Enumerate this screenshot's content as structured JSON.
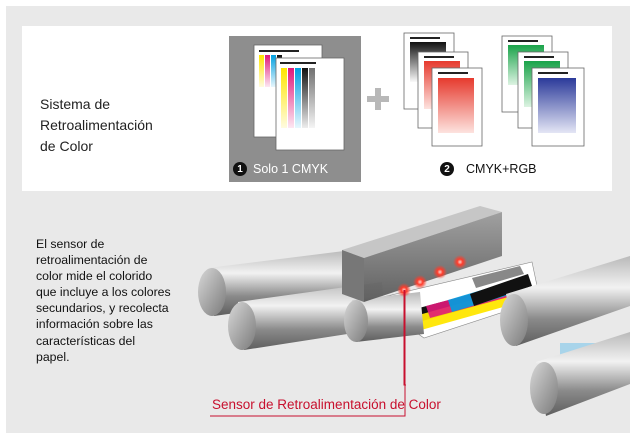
{
  "system_title": "Sistema de\nRetroalimentación\nde Color",
  "option1": {
    "number": "1",
    "label": "Solo 1 CMYK"
  },
  "option2": {
    "number": "2",
    "label": "CMYK+RGB"
  },
  "description": "El sensor de\nretroalimentación de\ncolor mide el colorido\nque incluye a los colores\nsecundarios, y recolecta\ninformación sobre las\ncaracterísticas del\npapel.",
  "sensor_label": "Sensor de Retroalimentación de Color",
  "colors": {
    "background": "#e9e9e9",
    "cyan": "#00a0e0",
    "magenta": "#e0197a",
    "yellow": "#ffe600",
    "red": "#e63a2e",
    "green": "#1aa34a",
    "blue": "#2b3a9a",
    "label_red": "#c8102e",
    "light_blue": "#a8d4ea"
  }
}
